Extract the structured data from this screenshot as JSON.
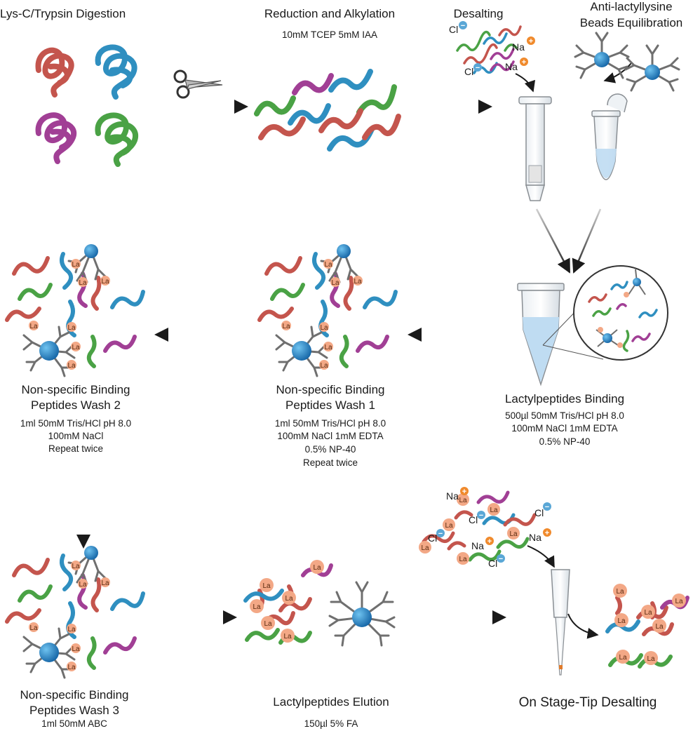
{
  "steps": {
    "digestion": {
      "title": "Lys-C/Trypsin Digestion"
    },
    "reduction": {
      "title": "Reduction and Alkylation",
      "reagents": "10mM TCEP  5mM IAA"
    },
    "desalting": {
      "title": "Desalting"
    },
    "beads": {
      "title_line1": "Anti-lactyllysine",
      "title_line2": "Beads Equilibration"
    },
    "binding": {
      "title": "Lactylpeptides Binding",
      "line1": "500µl 50mM Tris/HCl pH 8.0",
      "line2": "100mM NaCl  1mM EDTA",
      "line3": "0.5% NP-40"
    },
    "wash1": {
      "title_line1": "Non-specific Binding",
      "title_line2": "Peptides Wash 1",
      "line1": "1ml 50mM Tris/HCl pH 8.0",
      "line2": "100mM NaCl  1mM EDTA",
      "line3": "0.5% NP-40",
      "line4": "Repeat twice"
    },
    "wash2": {
      "title_line1": "Non-specific Binding",
      "title_line2": "Peptides Wash 2",
      "line1": "1ml 50mM Tris/HCl pH 8.0",
      "line2": "100mM NaCl",
      "line3": "Repeat twice"
    },
    "wash3": {
      "title_line1": "Non-specific Binding",
      "title_line2": "Peptides Wash 3",
      "line1": "1ml 50mM ABC"
    },
    "elution": {
      "title": "Lactylpeptides Elution",
      "reagents": "150µl 5% FA"
    },
    "stagetip": {
      "title": "On Stage-Tip Desalting"
    }
  },
  "labels": {
    "chloride": "Cl",
    "sodium": "Na",
    "minus": "−",
    "plus": "+",
    "lactyl": "La"
  },
  "colors": {
    "red": "#c4554d",
    "blue": "#2f8fc0",
    "purple": "#a13f95",
    "green": "#4aa245",
    "bead": "#1f86c8",
    "antibody": "#6f6f6f",
    "lactyl_tag": "#f3a886",
    "chloride_badge": "#5aa7d6",
    "sodium_badge": "#f08a2c",
    "buffer": "#bfdcf2"
  },
  "icons": [
    "scissors-icon",
    "spin-column-icon",
    "microcentrifuge-tube-icon",
    "conical-tube-icon",
    "stage-tip-icon",
    "antibody-bead-icon",
    "peptide-strand-icon"
  ]
}
